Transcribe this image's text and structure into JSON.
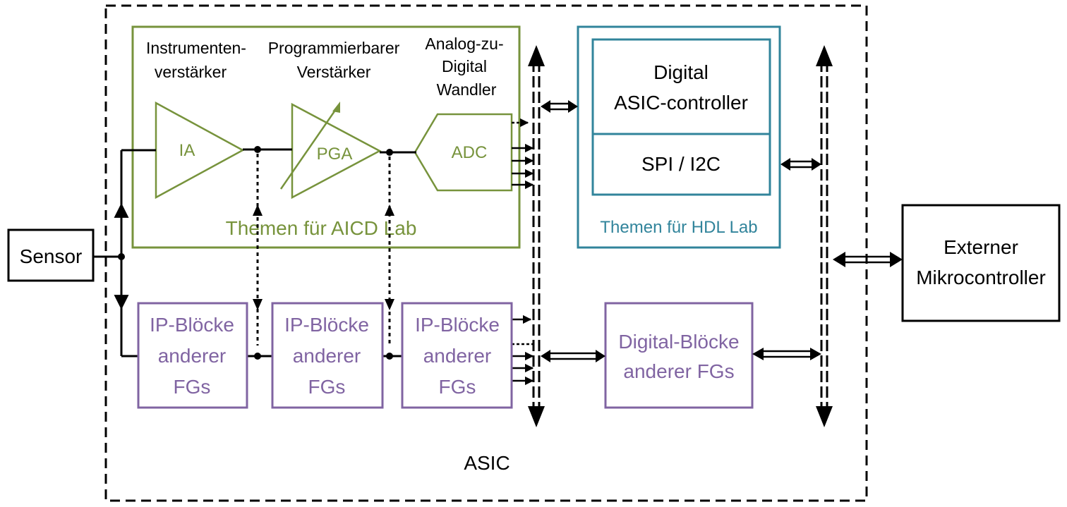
{
  "asic": {
    "label": "ASIC"
  },
  "sensor": {
    "label": "Sensor"
  },
  "external_mcu": {
    "lines": [
      "Externer",
      "Mikrocontroller"
    ]
  },
  "aicd_lab": {
    "caption": "Themen für AICD Lab",
    "headings": {
      "ia": [
        "Instrumenten-",
        "verstärker"
      ],
      "pga": [
        "Programmierbarer",
        "Verstärker"
      ],
      "adc": [
        "Analog-zu-",
        "Digital",
        "Wandler"
      ]
    },
    "ia_label": "IA",
    "pga_label": "PGA",
    "adc_label": "ADC"
  },
  "hdl_lab": {
    "caption": "Themen für HDL Lab",
    "controller_lines": [
      "Digital",
      "ASIC-controller"
    ],
    "bus_label": "SPI / I2C"
  },
  "ip_blocks": [
    {
      "lines": [
        "IP-Blöcke",
        "anderer",
        "FGs"
      ]
    },
    {
      "lines": [
        "IP-Blöcke",
        "anderer",
        "FGs"
      ]
    },
    {
      "lines": [
        "IP-Blöcke",
        "anderer",
        "FGs"
      ]
    }
  ],
  "digital_blocks": {
    "lines": [
      "Digital-Blöcke",
      "anderer FGs"
    ]
  },
  "colors": {
    "black": "#000000",
    "aicd_green": "#77933c",
    "hdl_teal": "#31849b",
    "ip_purple": "#8064a2"
  }
}
